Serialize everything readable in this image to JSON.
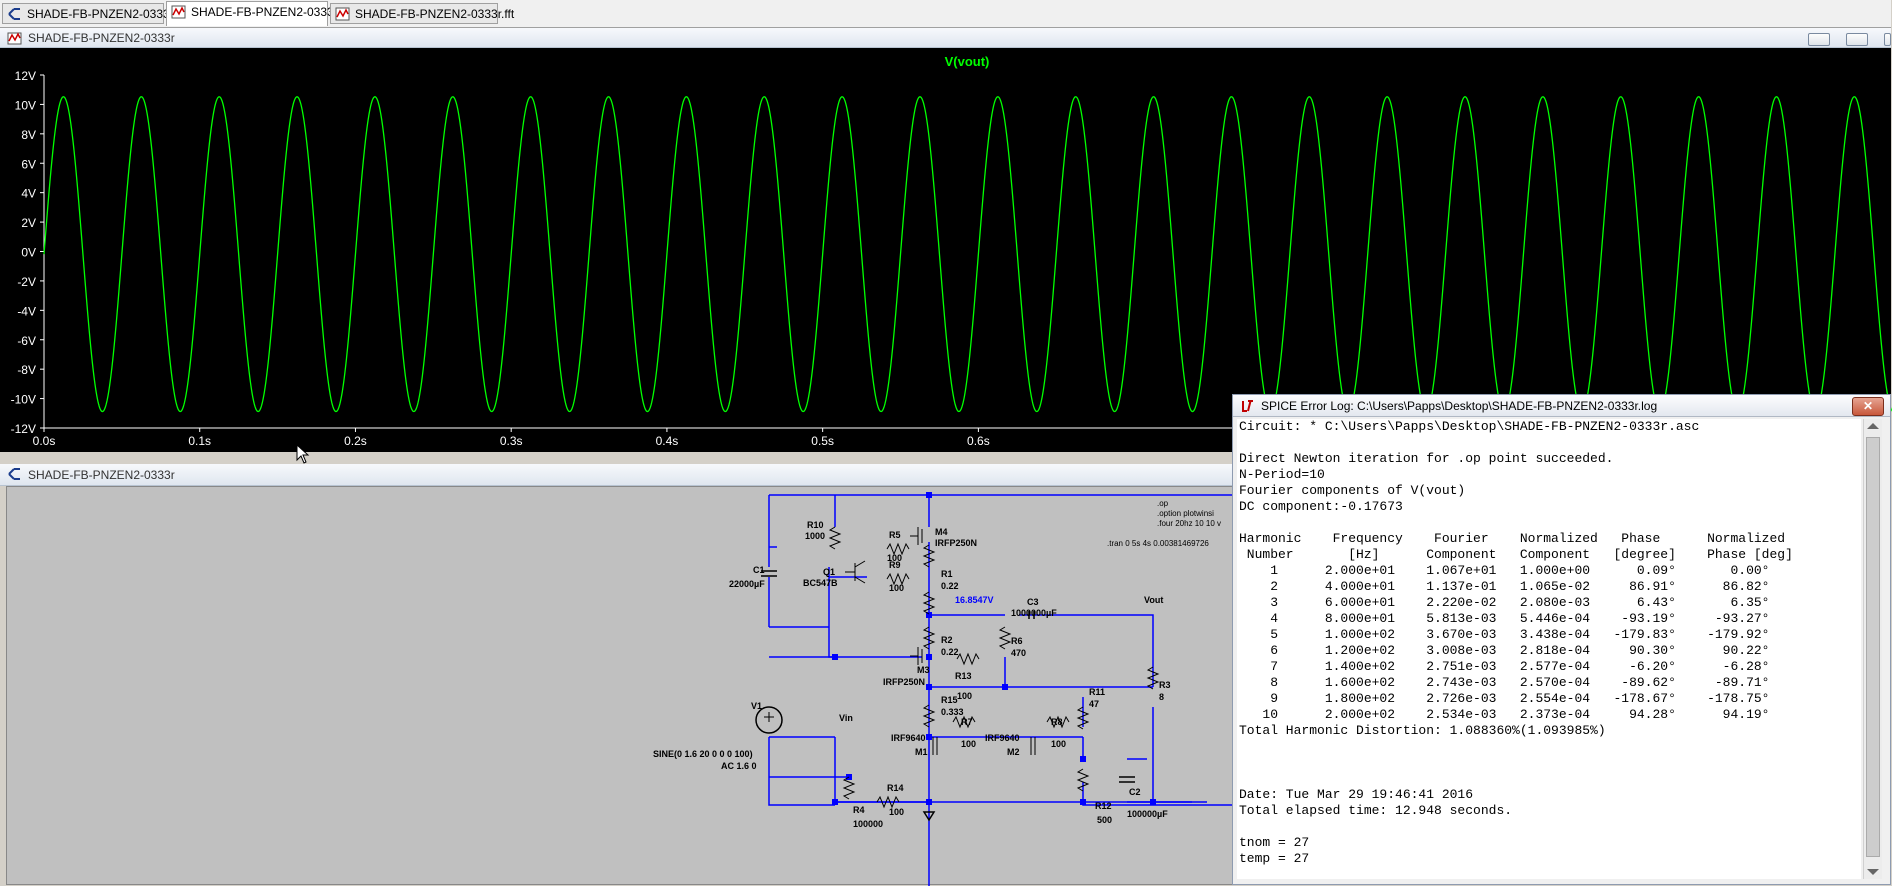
{
  "tabs": [
    {
      "label": "SHADE-FB-PNZEN2-0333r",
      "icon": "schematic-icon"
    },
    {
      "label": "SHADE-FB-PNZEN2-0333r",
      "icon": "waveform-icon"
    },
    {
      "label": "SHADE-FB-PNZEN2-0333r.fft",
      "icon": "waveform-icon"
    }
  ],
  "plot_window": {
    "title": "SHADE-FB-PNZEN2-0333r"
  },
  "chart_data": {
    "type": "line",
    "title": "V(vout)",
    "xlabel": "",
    "ylabel": "",
    "x_ticks": [
      "0.0s",
      "0.1s",
      "0.2s",
      "0.3s",
      "0.4s",
      "0.5s",
      "0.6s"
    ],
    "y_ticks": [
      "12V",
      "10V",
      "8V",
      "6V",
      "4V",
      "2V",
      "0V",
      "-2V",
      "-4V",
      "-6V",
      "-8V",
      "-10V",
      "-12V"
    ],
    "xlim": [
      0,
      1.0
    ],
    "ylim": [
      -12,
      12
    ],
    "series": [
      {
        "name": "V(vout)",
        "frequency_hz": 20,
        "amplitude": 10.7,
        "offset": -0.18,
        "color": "#00ff00"
      }
    ],
    "background": "#000000",
    "grid": false
  },
  "schematic_window": {
    "title": "SHADE-FB-PNZEN2-0333r",
    "directives": [
      ".op",
      ".option plotwinsi",
      ".four 20hz 10 10 v",
      ".tran 0 5s 4s 0.00381469726"
    ],
    "components": {
      "R10": {
        "name": "R10",
        "value": "1000"
      },
      "R5": {
        "name": "R5",
        "value": "100"
      },
      "M4": {
        "name": "M4",
        "value": "IRFP250N"
      },
      "C1": {
        "name": "C1",
        "value": "22000µF"
      },
      "Q1": {
        "name": "Q1",
        "value": "BC547B"
      },
      "R9": {
        "name": "R9",
        "value": "100"
      },
      "R1": {
        "name": "R1",
        "value": "0.22"
      },
      "node_voltage": "16.8547V",
      "C3": {
        "name": "C3",
        "value": "1000000µF"
      },
      "Vout": "Vout",
      "R2": {
        "name": "R2",
        "value": "0.22"
      },
      "R6": {
        "name": "R6",
        "value": "470"
      },
      "M3": {
        "name": "M3",
        "value": "IRFP250N"
      },
      "R13": {
        "name": "R13",
        "value": "100"
      },
      "R11": {
        "name": "R11",
        "value": "47"
      },
      "R3": {
        "name": "R3",
        "value": "8"
      },
      "R15": {
        "name": "R15",
        "value": "0.333"
      },
      "V1": {
        "name": "V1",
        "value": "SINE(0 1.6 20 0 0 0 100)",
        "ac": "AC 1.6 0"
      },
      "Vin": "Vin",
      "R7": {
        "name": "R7",
        "value": "100"
      },
      "R8": {
        "name": "R8",
        "value": "100"
      },
      "M1": {
        "name": "M1",
        "value": "IRF9640"
      },
      "M2": {
        "name": "M2",
        "value": "IRF9640"
      },
      "R14": {
        "name": "R14",
        "value": "100"
      },
      "R4": {
        "name": "R4",
        "value": "100000"
      },
      "R12": {
        "name": "R12",
        "value": "500"
      },
      "C2": {
        "name": "C2",
        "value": "100000µF"
      }
    }
  },
  "log_window": {
    "title": "SPICE Error Log: C:\\Users\\Papps\\Desktop\\SHADE-FB-PNZEN2-0333r.log",
    "close_label": "✕",
    "lines": [
      "Circuit: * C:\\Users\\Papps\\Desktop\\SHADE-FB-PNZEN2-0333r.asc",
      "",
      "Direct Newton iteration for .op point succeeded.",
      "N-Period=10",
      "Fourier components of V(vout)",
      "DC component:-0.17673",
      "",
      "Harmonic    Frequency    Fourier    Normalized   Phase      Normalized",
      " Number       [Hz]      Component   Component   [degree]    Phase [deg]",
      "    1      2.000e+01    1.067e+01   1.000e+00      0.09°       0.00°",
      "    2      4.000e+01    1.137e-01   1.065e-02     86.91°      86.82°",
      "    3      6.000e+01    2.220e-02   2.080e-03      6.43°       6.35°",
      "    4      8.000e+01    5.813e-03   5.446e-04    -93.19°     -93.27°",
      "    5      1.000e+02    3.670e-03   3.438e-04   -179.83°    -179.92°",
      "    6      1.200e+02    3.008e-03   2.818e-04     90.30°      90.22°",
      "    7      1.400e+02    2.751e-03   2.577e-04     -6.20°      -6.28°",
      "    8      1.600e+02    2.743e-03   2.570e-04    -89.62°     -89.71°",
      "    9      1.800e+02    2.726e-03   2.554e-04   -178.67°    -178.75°",
      "   10      2.000e+02    2.534e-03   2.373e-04     94.28°      94.19°",
      "Total Harmonic Distortion: 1.088360%(1.093985%)",
      "",
      "",
      "",
      "Date: Tue Mar 29 19:46:41 2016",
      "Total elapsed time: 12.948 seconds.",
      "",
      "tnom = 27",
      "temp = 27"
    ]
  }
}
